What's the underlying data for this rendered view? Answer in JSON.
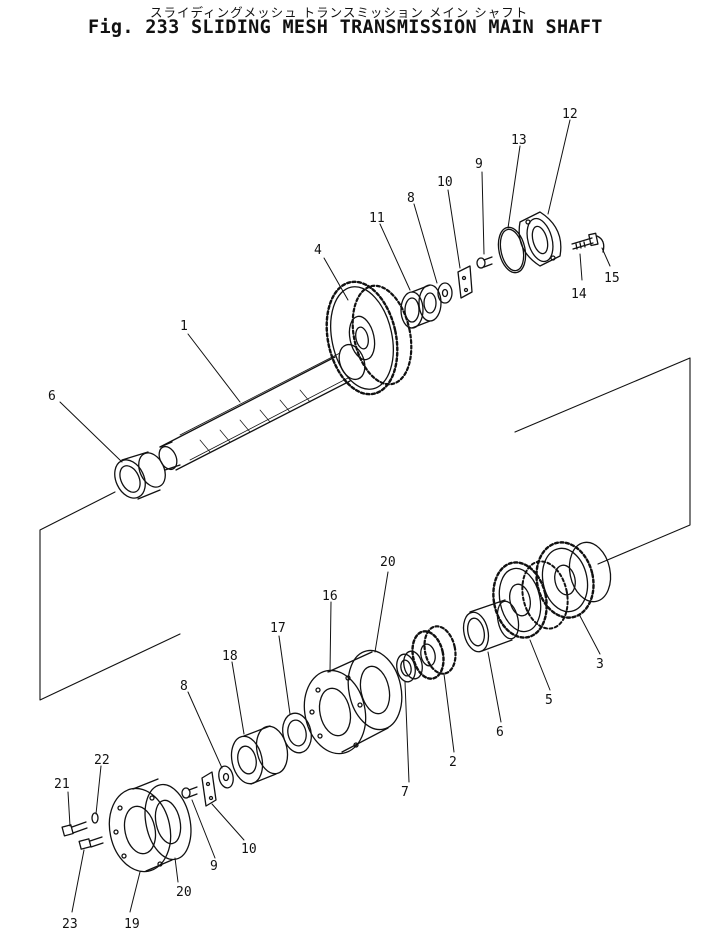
{
  "header": {
    "title_jp": "スライディングメッシュ トランスミッション メイン シャフト",
    "title_en": "Fig. 233 SLIDING MESH TRANSMISSION MAIN SHAFT"
  },
  "callouts": [
    "1",
    "2",
    "3",
    "4",
    "5",
    "6",
    "6",
    "7",
    "8",
    "8",
    "9",
    "9",
    "10",
    "10",
    "11",
    "12",
    "13",
    "14",
    "15",
    "16",
    "17",
    "18",
    "19",
    "20",
    "20",
    "21",
    "22",
    "23"
  ]
}
